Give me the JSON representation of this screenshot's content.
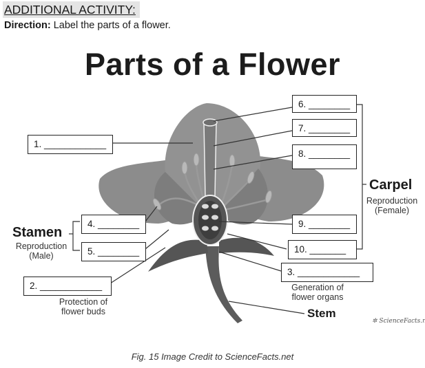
{
  "header": {
    "heading": "ADDITIONAL ACTIVITY:",
    "direction_label": "Direction:",
    "direction_text": "Label the parts of a flower."
  },
  "figure": {
    "title": "Parts of a Flower",
    "labels": [
      {
        "id": "1",
        "text": "1. ____________"
      },
      {
        "id": "2",
        "text": "2. ____________"
      },
      {
        "id": "3",
        "text": "3. ____________"
      },
      {
        "id": "4",
        "text": "4. ________"
      },
      {
        "id": "5",
        "text": "5. ________"
      },
      {
        "id": "6",
        "text": "6. ________"
      },
      {
        "id": "7",
        "text": "7. ________"
      },
      {
        "id": "8",
        "text": "8. ________"
      },
      {
        "id": "9",
        "text": "9. ________"
      },
      {
        "id": "10",
        "text": "10. _______"
      }
    ],
    "stamen": {
      "title": "Stamen",
      "sub1": "Reproduction",
      "sub2": "(Male)"
    },
    "carpel": {
      "title": "Carpel",
      "sub1": "Reproduction",
      "sub2": "(Female)"
    },
    "protection": {
      "line1": "Protection of",
      "line2": "flower buds"
    },
    "generation": {
      "line1": "Generation of",
      "line2": "flower organs"
    },
    "stem": "Stem",
    "credit_logo": "ScienceFacts.net",
    "colors": {
      "petal": "#8a8a8a",
      "petal_dark": "#6e6e6e",
      "stem": "#5b5b5b",
      "line": "#333333"
    }
  },
  "caption": "Fig. 15 Image Credit to ScienceFacts.net"
}
